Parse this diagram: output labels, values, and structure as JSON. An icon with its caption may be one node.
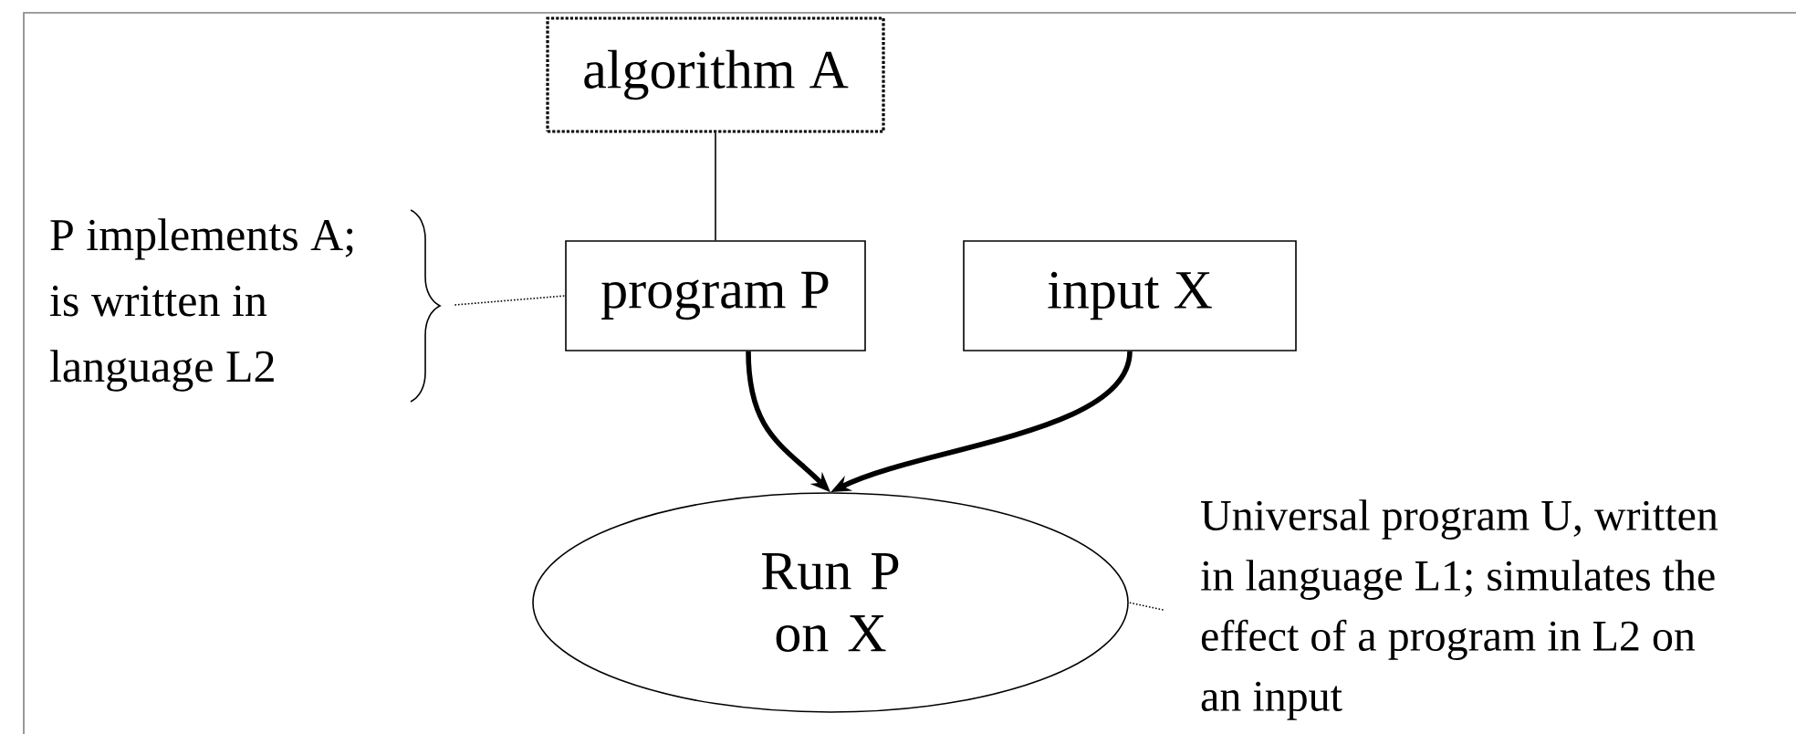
{
  "diagram": {
    "nodes": [
      {
        "text": [
          "algorithm A"
        ]
      },
      {
        "text": [
          "program P"
        ]
      },
      {
        "text": [
          "input X"
        ]
      },
      {
        "text": [
          "Run P on X"
        ]
      },
      {
        "text": [
          "P implements A; is written in language L2"
        ]
      },
      {
        "text": [
          "Universal program U, written in language L1; simulates the effect of a program in L2 on an input"
        ]
      }
    ],
    "edges": [
      {
        "from": 0,
        "to": 1,
        "arrow": "none"
      },
      {
        "from": 1,
        "to": 3,
        "arrow": "to",
        "style": "thick"
      },
      {
        "from": 2,
        "to": 3,
        "arrow": "to",
        "style": "thick"
      },
      {
        "from": 4,
        "to": 1,
        "arrow": "none",
        "style": "dashed"
      },
      {
        "from": 5,
        "to": 3,
        "arrow": "none",
        "style": "dashed"
      }
    ]
  }
}
